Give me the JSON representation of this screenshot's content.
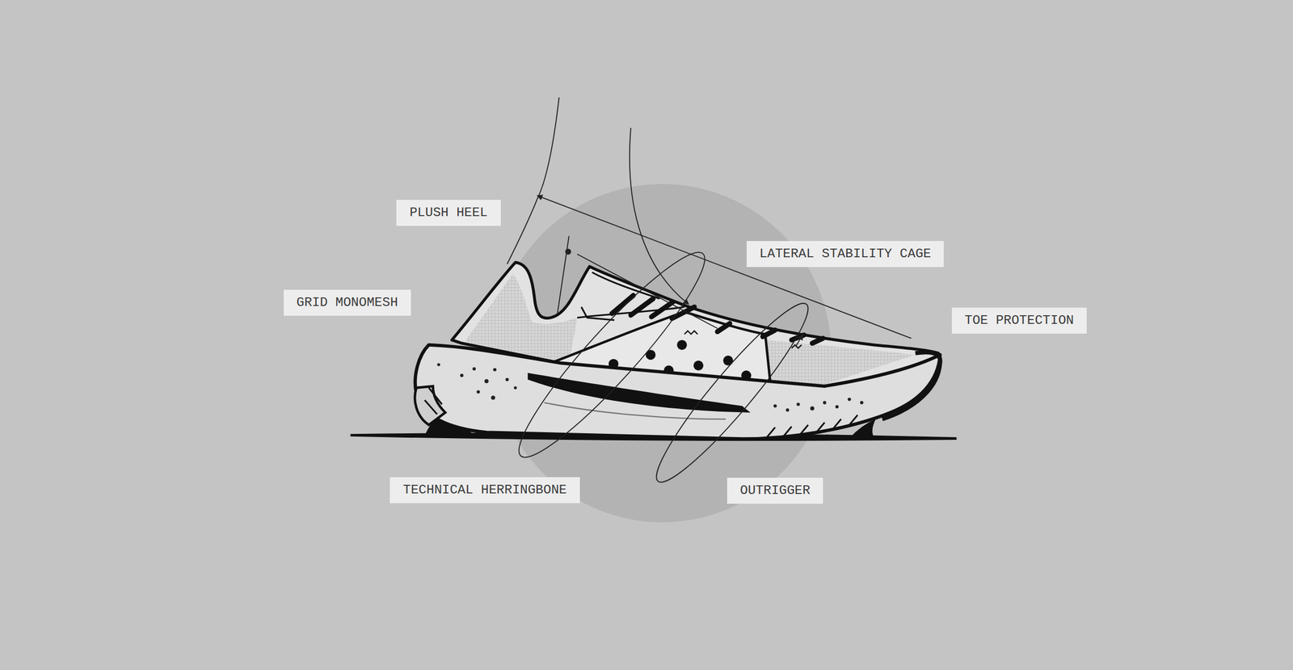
{
  "diagram": {
    "labels": [
      "PLUSH HEEL",
      "LATERAL STABILITY CAGE",
      "GRID MONOMESH",
      "TOE PROTECTION",
      "TECHNICAL HERRINGBONE",
      "OUTRIGGER"
    ]
  }
}
